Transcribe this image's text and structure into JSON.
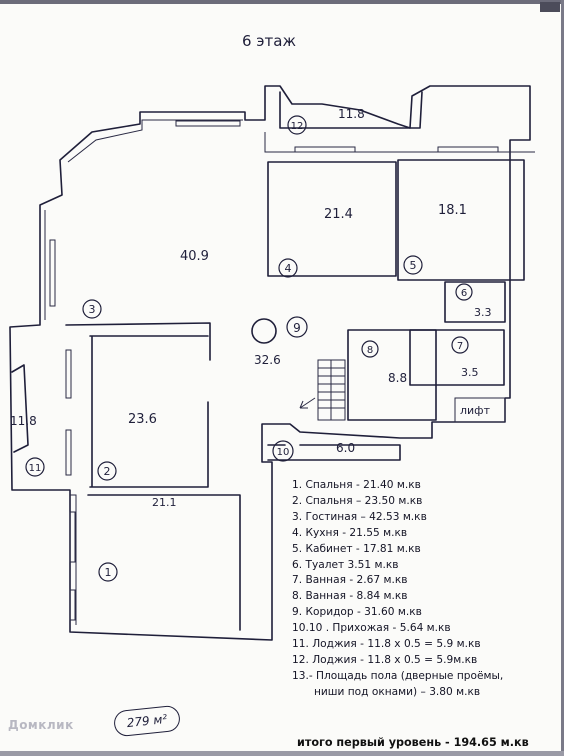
{
  "floor_label": "6 этаж",
  "rooms": [
    {
      "num": "1",
      "area": "21.1"
    },
    {
      "num": "2",
      "area": "23.6"
    },
    {
      "num": "3",
      "area": "40.9"
    },
    {
      "num": "4",
      "area": "21.4"
    },
    {
      "num": "5",
      "area": "18.1"
    },
    {
      "num": "6",
      "area": "3.3"
    },
    {
      "num": "7",
      "area": "3.5"
    },
    {
      "num": "8",
      "area": "8.8"
    },
    {
      "num": "9",
      "area": "32.6"
    },
    {
      "num": "10",
      "area": "6.0"
    },
    {
      "num": "11",
      "area": "11.8"
    },
    {
      "num": "12",
      "area": "11.8"
    }
  ],
  "lift_label": "лифт",
  "legend": [
    "1.  Спальня  - 21.40 м.кв",
    "2.  Спальня  – 23.50 м.кв",
    "3.  Гостиная – 42.53 м.кв",
    "4.   Кухня   - 21.55 м.кв",
    "5.  Кабинет  - 17.81 м.кв",
    "6.  Туалет     3.51 м.кв",
    "7.  Ванная  -  2.67 м.кв",
    "8.  Ванная  -  8.84 м.кв",
    "9.  Коридор  - 31.60 м.кв",
    "10.10 . Прихожая - 5.64 м.кв",
    "11. Лоджия - 11.8 х 0.5 = 5.9 м.кв",
    "12. Лоджия - 11.8 х 0.5 = 5.9м.кв"
  ],
  "legend_13_line1": "13.- Площадь пола (дверные проёмы,",
  "legend_13_line2": "ниши под окнами) – 3.80 м.кв",
  "total": "итого первый уровень  - 194.65 м.кв",
  "stamp": "279 м²",
  "watermark": "Домклик"
}
